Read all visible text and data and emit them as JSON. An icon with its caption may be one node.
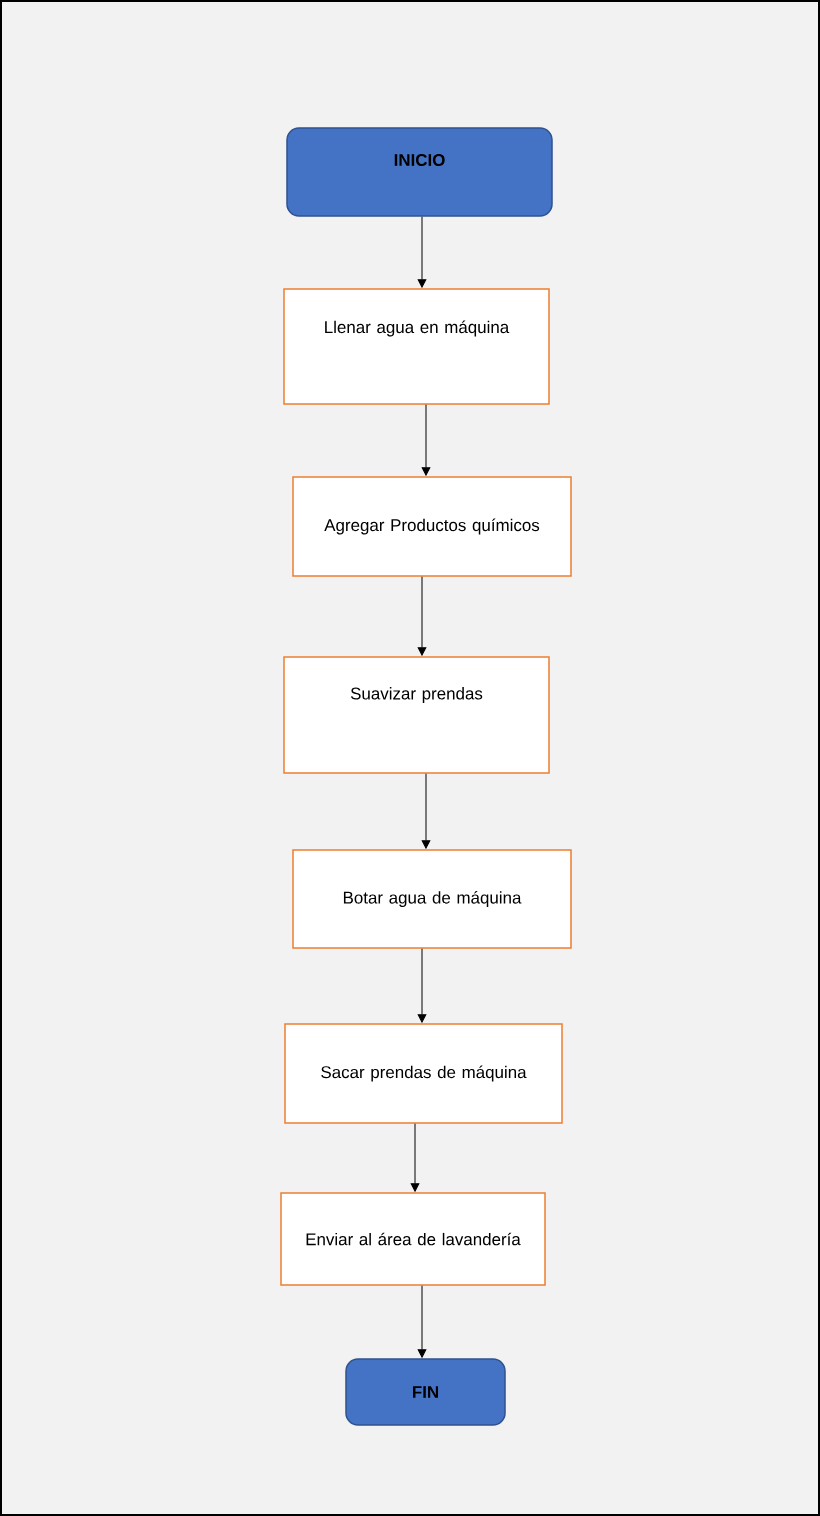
{
  "diagram": {
    "nodes": [
      {
        "text": [
          "INICIO"
        ]
      },
      {
        "text": [
          "Llenar agua en máquina"
        ]
      },
      {
        "text": [
          "Agregar Productos químicos"
        ]
      },
      {
        "text": [
          "Suavizar prendas"
        ]
      },
      {
        "text": [
          "Botar agua de máquina"
        ]
      },
      {
        "text": [
          "Sacar prendas de máquina"
        ]
      },
      {
        "text": [
          "Enviar al área de lavandería"
        ]
      },
      {
        "text": [
          "FIN"
        ]
      }
    ],
    "edges": [
      {
        "from": 0,
        "to": 1,
        "arrow": "to"
      },
      {
        "from": 1,
        "to": 2,
        "arrow": "to"
      },
      {
        "from": 2,
        "to": 3,
        "arrow": "to"
      },
      {
        "from": 3,
        "to": 4,
        "arrow": "to"
      },
      {
        "from": 4,
        "to": 5,
        "arrow": "to"
      },
      {
        "from": 5,
        "to": 6,
        "arrow": "to"
      },
      {
        "from": 6,
        "to": 7,
        "arrow": "to"
      }
    ]
  }
}
